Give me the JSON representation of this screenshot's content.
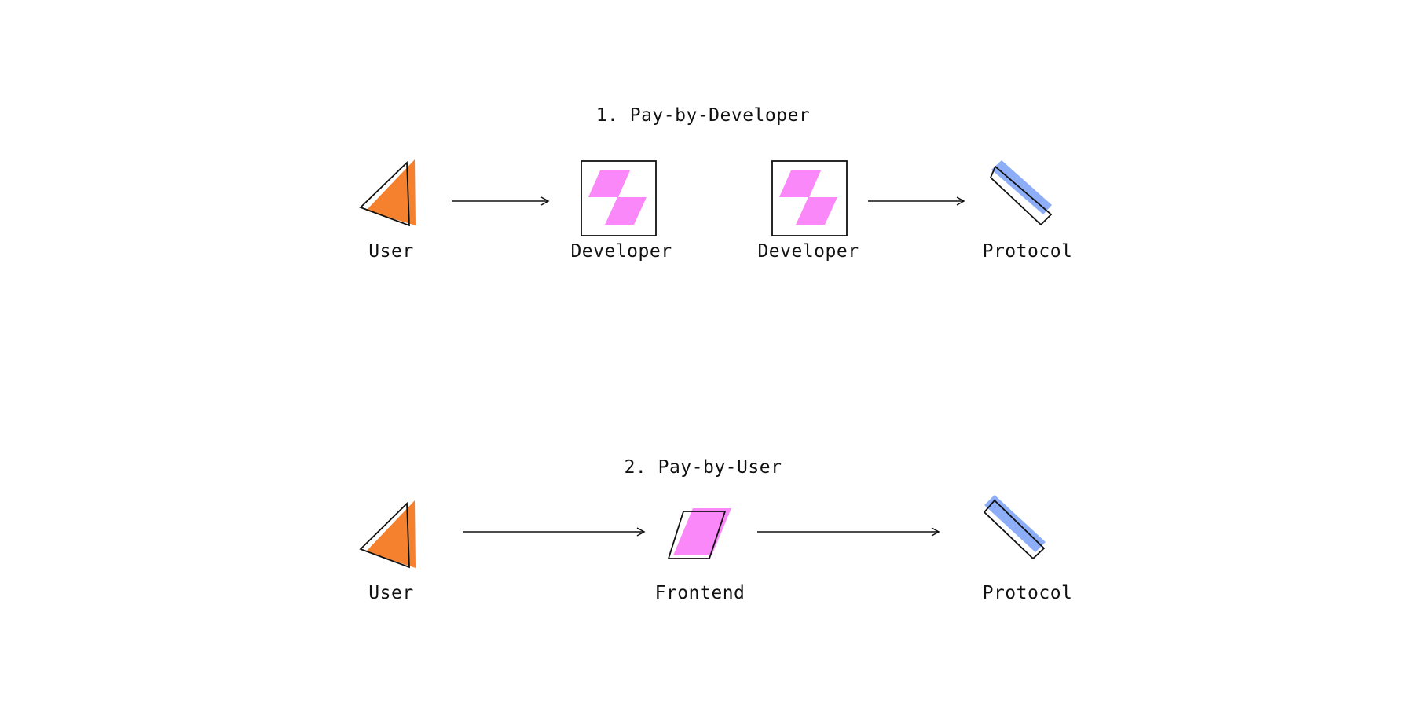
{
  "sections": [
    {
      "title": "1. Pay-by-Developer",
      "nodes": [
        {
          "label": "User",
          "icon": "user-triangle-icon"
        },
        {
          "label": "Developer",
          "icon": "developer-box-icon"
        },
        {
          "label": "Developer",
          "icon": "developer-box-icon"
        },
        {
          "label": "Protocol",
          "icon": "protocol-bar-icon"
        }
      ]
    },
    {
      "title": "2. Pay-by-User",
      "nodes": [
        {
          "label": "User",
          "icon": "user-triangle-icon"
        },
        {
          "label": "Frontend",
          "icon": "frontend-parallelogram-icon"
        },
        {
          "label": "Protocol",
          "icon": "protocol-bar-icon"
        }
      ]
    }
  ],
  "colors": {
    "user": "#F5812E",
    "developer": "#FA88F8",
    "protocol": "#8DAEF7",
    "stroke": "#111111"
  }
}
